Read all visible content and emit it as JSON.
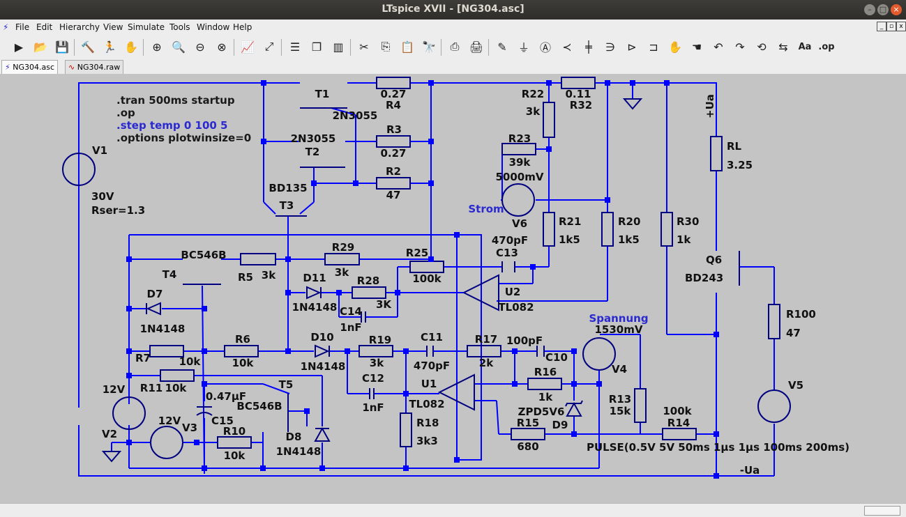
{
  "window": {
    "title": "LTspice XVII - [NG304.asc]"
  },
  "menu": [
    "File",
    "Edit",
    "Hierarchy",
    "View",
    "Simulate",
    "Tools",
    "Window",
    "Help"
  ],
  "toolbar_icons": [
    "run-icon",
    "open-icon",
    "save-icon",
    "control-panel-icon",
    "run-pause-icon",
    "halt-icon",
    "zoom-in-icon",
    "zoom-pan-icon",
    "zoom-out-icon",
    "zoom-cancel-icon",
    "autorange-icon",
    "zoom-fit-icon",
    "tile-horizontal-icon",
    "cascade-icon",
    "tile-vertical-icon",
    "cut-icon",
    "copy-icon",
    "paste-icon",
    "find-icon",
    "print-setup-icon",
    "print-icon",
    "wire-icon",
    "ground-icon",
    "label-icon",
    "resistor-icon",
    "capacitor-icon",
    "inductor-icon",
    "diode-icon",
    "component-icon",
    "move-icon",
    "drag-icon",
    "undo-icon",
    "redo-icon",
    "rotate-icon",
    "mirror-icon",
    "text-icon",
    "spice-directive-icon"
  ],
  "tabs": [
    {
      "label": "NG304.asc",
      "active": true
    },
    {
      "label": "NG304.raw",
      "active": false
    }
  ],
  "directives": [
    {
      "text": ".tran 500ms startup",
      "color": "black"
    },
    {
      "text": ".op",
      "color": "black"
    },
    {
      "text": ".step temp 0 100 5",
      "color": "blue"
    },
    {
      "text": ".options plotwinsize=0",
      "color": "black"
    }
  ],
  "labels": {
    "t1": "T1",
    "t1m": "2N3055",
    "t2m": "2N3055",
    "t2": "T2",
    "t3m": "BD135",
    "t3": "T3",
    "r4v": "0.27",
    "r4": "R4",
    "r3": "R3",
    "r3v": "0.27",
    "r2": "R2",
    "r2v": "47",
    "r22": "R22",
    "r22v": "3k",
    "r32v": "0.11",
    "r32": "R32",
    "r23": "R23",
    "r23v": "39k",
    "v6v": "5000mV",
    "strom": "Strom",
    "v6": "V6",
    "r21": "R21",
    "r21v": "1k5",
    "r20": "R20",
    "r20v": "1k5",
    "r30": "R30",
    "r30v": "1k",
    "rl": "RL",
    "rlv": "3.25",
    "ua": "+Ua",
    "q6": "Q6",
    "q6m": "BD243",
    "r100": "R100",
    "r100v": "47",
    "v5": "V5",
    "v1": "V1",
    "v1v": "30V",
    "v1r": "Rser=1.3",
    "t4m": "BC546B",
    "t4": "T4",
    "r5": "R5",
    "r5v": "3k",
    "r29": "R29",
    "r29v": "3k",
    "r25": "R25",
    "r25v": "100k",
    "c13v": "470pF",
    "c13": "C13",
    "d11": "D11",
    "d11m": "1N4148",
    "r28": "R28",
    "r28v": "3K",
    "c14": "C14",
    "c14v": "1nF",
    "u2": "U2",
    "u2m": "TL082",
    "d7": "D7",
    "d7m": "1N4148",
    "r7": "R7",
    "r7v": "10k",
    "r6": "R6",
    "r6v": "10k",
    "d10": "D10",
    "d10m": "1N4148",
    "r19": "R19",
    "r19v": "3k",
    "c11": "C11",
    "c11v": "470pF",
    "r17": "R17",
    "r17v": "2k",
    "c10v": "100pF",
    "c10": "C10",
    "spannung": "Spannung",
    "v4v": "1530mV",
    "v4": "V4",
    "r11": "R11",
    "r11v": "10k",
    "c15v": "0.47µF",
    "c15": "C15",
    "t5": "T5",
    "t5m": "BC546B",
    "c12": "C12",
    "c12v": "1nF",
    "u1": "U1",
    "u1m": "TL082",
    "r16": "R16",
    "r16v": "1k",
    "d9m": "ZPD5V6",
    "d9": "D9",
    "v2v": "12V",
    "v2": "V2",
    "v3v": "12V",
    "v3": "V3",
    "r10": "R10",
    "r10v": "10k",
    "d8": "D8",
    "d8m": "1N4148",
    "r18": "R18",
    "r18v": "3k3",
    "r15": "R15",
    "r15v": "680",
    "r13": "R13",
    "r13v": "15k",
    "r14v": "100k",
    "r14": "R14",
    "pulse": "PULSE(0.5V 5V 50ms 1µs 1µs 100ms 200ms)",
    "minus_ua": "-Ua"
  },
  "colors": {
    "wire": "#0000ff",
    "component": "#000080",
    "junction": "#0000ff",
    "canvas": "#c4c4c4"
  }
}
